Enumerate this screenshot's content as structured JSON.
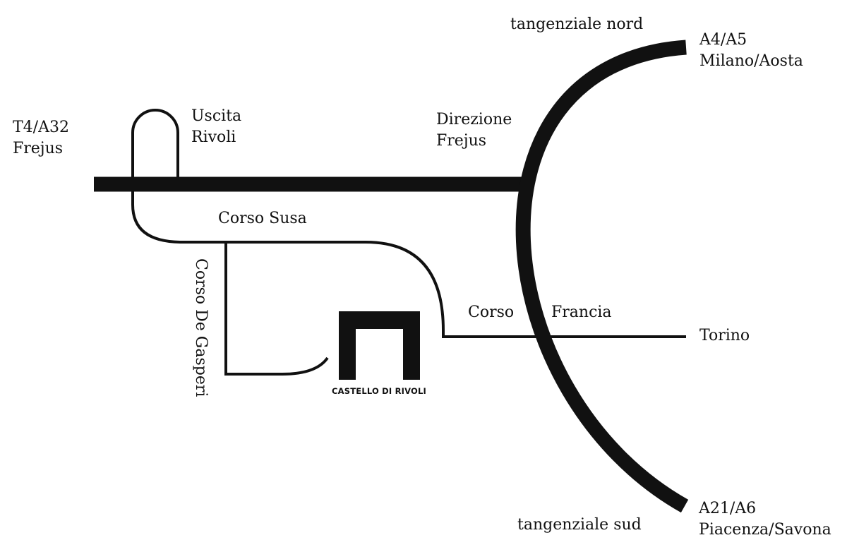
{
  "map": {
    "colors": {
      "road": "#111111",
      "background": "#ffffff"
    },
    "labels": {
      "west_destination": {
        "line1": "T4/A32",
        "line2": "Frejus"
      },
      "exit": {
        "line1": "Uscita",
        "line2": "Rivoli"
      },
      "direction": {
        "line1": "Direzione",
        "line2": "Frejus"
      },
      "north_ring": "tangenziale nord",
      "north_destination": {
        "line1": "A4/A5",
        "line2": "Milano/Aosta"
      },
      "corso_susa": "Corso Susa",
      "corso_de_gasperi": "Corso De Gasperi",
      "corso_francia_left": "Corso",
      "corso_francia_right": "Francia",
      "east_destination": "Torino",
      "south_ring": "tangenziale sud",
      "south_destination": {
        "line1": "A21/A6",
        "line2": "Piacenza/Savona"
      }
    },
    "landmark": {
      "name": "CASTELLO DI RIVOLI",
      "icon": "castle-icon"
    }
  }
}
